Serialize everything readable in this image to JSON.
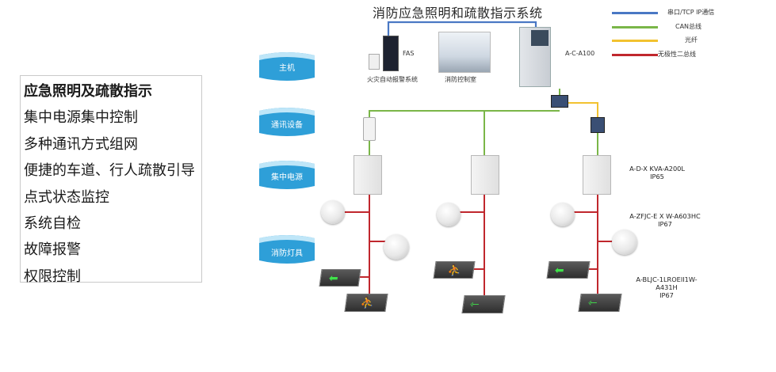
{
  "title": "消防应急照明和疏散指示系统",
  "features": [
    "应急照明及疏散指示",
    "集中电源集中控制",
    "多种通讯方式组网",
    "便捷的车道、行人疏散引导",
    "点式状态监控",
    "系统自检",
    "故障报警",
    "权限控制"
  ],
  "layers": [
    "主机",
    "通讯设备",
    "集中电源",
    "消防灯具"
  ],
  "legend": [
    {
      "label": "串口/TCP IP通信",
      "color": "#4a78c4"
    },
    {
      "label": "CAN总线",
      "color": "#7ab648"
    },
    {
      "label": "光纤",
      "color": "#f2c230"
    },
    {
      "label": "无极性二总线",
      "color": "#c0272d"
    }
  ],
  "labels": {
    "fas": "FAS",
    "fas_system": "火灾自动报警系统",
    "control_room": "消防控制室",
    "host_model": "A-C-A100"
  },
  "models": {
    "power": [
      "A-D-X KVA-A200L",
      "IP65"
    ],
    "lamp": [
      "A-ZFJC-E X W-A603HC",
      "IP67"
    ],
    "sign": [
      "A-BLJC-1LROEII1W-",
      "A431H",
      "IP67"
    ]
  },
  "colors": {
    "ribbon": "#2e9fd8",
    "ribbon_light": "#bfe6f8",
    "blue": "#4a78c4",
    "green": "#7ab648",
    "yellow": "#f2c230",
    "red": "#c0272d"
  }
}
